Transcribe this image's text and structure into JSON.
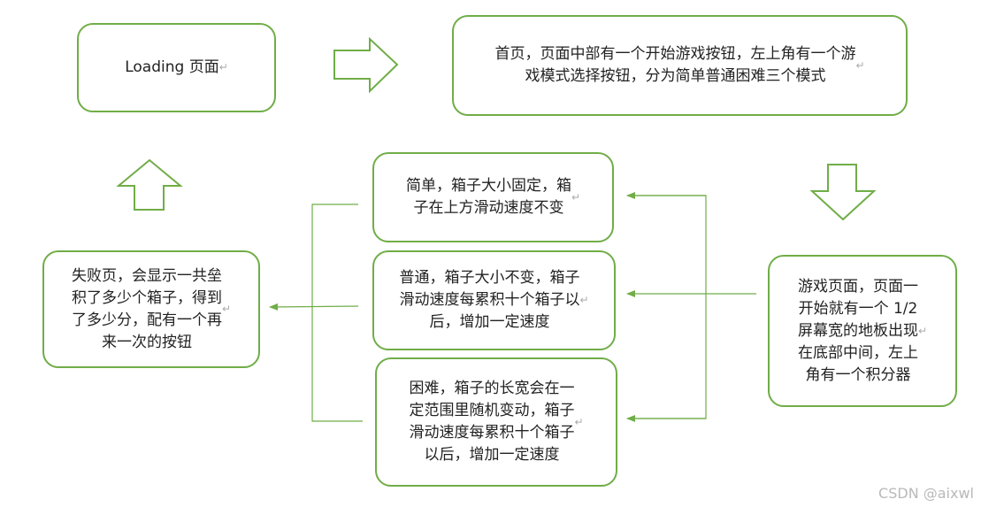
{
  "nodes": {
    "loading": {
      "text": "Loading 页面"
    },
    "home": {
      "text": "首页，页面中部有一个开始游戏按钮，左上角有一个游\n戏模式选择按钮，分为简单普通困难三个模式"
    },
    "game": {
      "text": "游戏页面，页面一\n开始就有一个 1/2\n屏幕宽的地板出现\n在底部中间，左上\n角有一个积分器"
    },
    "easy": {
      "text": "简单，箱子大小固定，箱\n子在上方滑动速度不变"
    },
    "normal": {
      "text": "普通，箱子大小不变，箱子\n滑动速度每累积十个箱子以\n后，增加一定速度"
    },
    "hard": {
      "text": "困难，箱子的长宽会在一\n定范围里随机变动，箱子\n滑动速度每累积十个箱子\n以后，增加一定速度"
    },
    "fail": {
      "text": "失败页，会显示一共垒\n积了多少个箱子，得到\n了多少分，配有一个再\n来一次的按钮"
    }
  },
  "paragraph_mark": "↵",
  "watermark": "CSDN @aixwl",
  "colors": {
    "node_border": "#70ad47",
    "connector": "#70ad47",
    "text": "#222222"
  }
}
